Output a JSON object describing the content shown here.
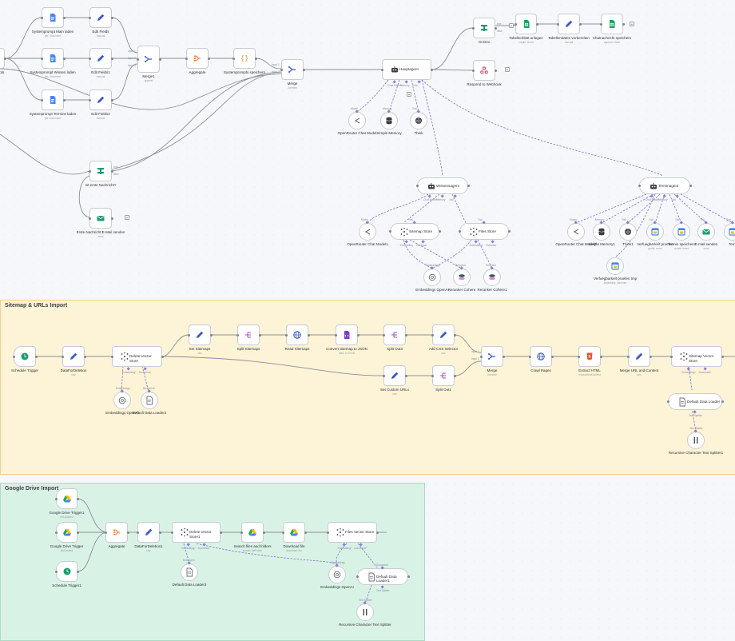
{
  "colors": {
    "yellow_bg": "#fdf3d6",
    "yellow_border": "#f0d38a",
    "green_bg": "#d9f2e6",
    "green_border": "#a7dcc2",
    "edge": "#8b8f97",
    "ai_edge": "#7a76c9",
    "trigger": "#1a9d6e",
    "edit": "#3d5ac4",
    "sheets": "#1ea362",
    "docs": "#4285f4",
    "html": "#e4572e",
    "code": "#e9a23b",
    "aggregate": "#ef6b3b"
  },
  "stickies": {
    "sitemap": {
      "title": "Sitemap & URLs Import"
    },
    "drive": {
      "title": "Google Drive Import"
    }
  },
  "nodes": {
    "systemprompts": {
      "title": "stemPrompts",
      "icon": "if-icon"
    },
    "sp_main": {
      "title": "Systemprompt Main laden",
      "sub": "get: document",
      "icon": "google-docs-icon"
    },
    "sp_wissen": {
      "title": "Systemprompt Wissen laden",
      "sub": "get: document",
      "icon": "google-docs-icon"
    },
    "sp_termine": {
      "title": "Systemprompt Termine laden",
      "sub": "get: document",
      "icon": "google-docs-icon"
    },
    "edit_fields": {
      "title": "Edit Fields",
      "sub": "manual",
      "icon": "pencil-icon"
    },
    "edit_fields1": {
      "title": "Edit Fields1",
      "sub": "manual",
      "icon": "pencil-icon"
    },
    "edit_fields2": {
      "title": "Edit Fields2",
      "sub": "manual",
      "icon": "pencil-icon"
    },
    "merge1": {
      "title": "Merge1",
      "sub": "append",
      "icon": "merge-icon",
      "inputs": [
        "Input 1",
        "Input 2",
        "Input 3"
      ]
    },
    "aggregate": {
      "title": "Aggregate",
      "icon": "aggregate-icon"
    },
    "systemprompts_speichern": {
      "title": "Systemprompts speichern",
      "icon": "code-braces-icon"
    },
    "merge": {
      "title": "Merge",
      "sub": "combine",
      "icon": "merge-icon",
      "inputs": [
        "Input 1",
        "Input 2"
      ]
    },
    "ist_erste_nachricht": {
      "title": "Ist erste Nachricht?",
      "icon": "if-icon",
      "outputs": [
        "true",
        "false"
      ]
    },
    "erste_nachricht_email": {
      "title": "Erste Nachricht E-Mail senden",
      "sub": "send",
      "icon": "mail-icon"
    },
    "hauptagent": {
      "title": "Hauptagent",
      "icon": "robot-icon",
      "ports": [
        "Chat Model*",
        "Memory",
        "Tool"
      ]
    },
    "ist_dev": {
      "title": "Ist Dev",
      "icon": "if-icon",
      "outputs": [
        "true",
        "false"
      ]
    },
    "tabellenblatt_anlegen": {
      "title": "Tabellenblatt anlegen",
      "sub": "create: sheet",
      "icon": "google-sheets-icon"
    },
    "tabellendaten_vorbereiten": {
      "title": "Tabellendaten vorbereiten",
      "sub": "manual",
      "icon": "pencil-icon"
    },
    "chatnachricht_speichern": {
      "title": "Chatnachricht speichern",
      "sub": "append: sheet",
      "icon": "google-sheets-icon"
    },
    "respond_webhook": {
      "title": "Respond to Webhook",
      "icon": "webhook-icon"
    },
    "openrouter_chat_model": {
      "title": "OpenRouter Chat Model",
      "icon": "openrouter-icon",
      "port": "Model"
    },
    "simple_memory": {
      "title": "Simple Memory",
      "icon": "database-icon",
      "port": "Memory"
    },
    "think": {
      "title": "Think",
      "icon": "brain-icon",
      "port": "Tool"
    },
    "wissensagent": {
      "title": "Wissensagent",
      "icon": "robot-icon",
      "ports": [
        "Chat Model*",
        "Memory",
        "Tool"
      ]
    },
    "openrouter_chat_model1": {
      "title": "OpenRouter Chat Model1",
      "icon": "openrouter-icon",
      "port": "Model"
    },
    "sitemap_store": {
      "title": "Sitemap Store",
      "icon": "vector-store-icon",
      "port": "Tool",
      "ports": [
        "Embedding",
        "Reranker"
      ]
    },
    "files_store": {
      "title": "Files Store",
      "icon": "vector-store-icon",
      "port": "Tool",
      "ports": [
        "Embedding",
        "Reranker"
      ]
    },
    "embeddings_openai": {
      "title": "Embeddings OpenAI",
      "icon": "openai-icon",
      "port": "Embeddings"
    },
    "reranker_cohere": {
      "title": "Reranker Cohere",
      "icon": "cohere-icon",
      "port": "Reranker"
    },
    "reranker_cohere1": {
      "title": "Reranker Cohere1",
      "icon": "cohere-icon",
      "port": "Reranker"
    },
    "terminagent": {
      "title": "Terminagent",
      "icon": "robot-icon",
      "ports": [
        "Chat Model*",
        "Memory",
        "Tool"
      ]
    },
    "openrouter_chat_model2": {
      "title": "OpenRouter Chat Model2",
      "icon": "openrouter-icon",
      "port": "Model"
    },
    "simple_memory1": {
      "title": "Simple Memory1",
      "icon": "database-icon",
      "port": "Memory"
    },
    "think1": {
      "title": "Think1",
      "icon": "brain-icon",
      "port": "Tool"
    },
    "verfuegbarkeit_pruefen": {
      "title": "Verfuegbarkeit pruefen",
      "sub": "getAll: event",
      "icon": "google-calendar-icon",
      "port": "Tool"
    },
    "termin_speichern": {
      "title": "Termin speichern",
      "sub": "create: event",
      "icon": "google-calendar-icon",
      "port": "Tool"
    },
    "email_senden": {
      "title": "E-mail senden",
      "sub": "send",
      "icon": "mail-icon",
      "port": "Tool"
    },
    "termin_cut": {
      "title": "Term",
      "icon": "google-calendar-icon",
      "port": "Tool"
    },
    "verfuegbarkeit_pruefen_tmp": {
      "title": "Verfuegbarkeit pruefen tmp",
      "sub": "availability: calendar",
      "icon": "google-calendar-icon"
    },
    "schedule_trigger": {
      "title": "Schedule Trigger",
      "icon": "clock-icon"
    },
    "data_for_deletion": {
      "title": "DataForDeletion",
      "sub": "raw",
      "icon": "pencil-icon"
    },
    "delete_vector_store": {
      "title": "Delete Vector Store",
      "icon": "vector-store-icon",
      "ports": [
        "Embedding*",
        "Document"
      ]
    },
    "set_sitemaps": {
      "title": "Set Sitemaps",
      "sub": "raw",
      "icon": "pencil-icon"
    },
    "split_sitemaps": {
      "title": "Split Sitemaps",
      "icon": "split-icon"
    },
    "read_sitemaps": {
      "title": "Read Sitemaps",
      "icon": "globe-icon"
    },
    "convert_sitemap": {
      "title": "Convert Sitemap to JSON",
      "sub": "data: to JSON",
      "icon": "file-code-icon"
    },
    "split_out3": {
      "title": "Split Out3",
      "icon": "split-icon"
    },
    "add_css_selector": {
      "title": "Add CSS Selector",
      "sub": "raw",
      "icon": "pencil-icon"
    },
    "set_custom_urls": {
      "title": "Set Custom URLs",
      "sub": "raw",
      "icon": "pencil-icon"
    },
    "split_out1": {
      "title": "Split Out1",
      "icon": "split-icon"
    },
    "merge_sitemap": {
      "title": "Merge",
      "sub": "combine",
      "icon": "merge-icon",
      "inputs": [
        "Input 1",
        "Input 2"
      ]
    },
    "crawl_pages": {
      "title": "Crawl Pages",
      "icon": "globe-icon"
    },
    "extract_html": {
      "title": "Extract HTML",
      "sub": "extractHtmlContent",
      "icon": "html-icon"
    },
    "merge_url_content": {
      "title": "Merge URL and Content",
      "sub": "raw",
      "icon": "pencil-icon"
    },
    "sitemap_vector_store": {
      "title": "Sitemap Vector Store",
      "icon": "vector-store-icon",
      "ports": [
        "Embedding*",
        "Document*"
      ]
    },
    "embeddings_openai_del": {
      "title": "Embeddings OpenAI",
      "icon": "openai-icon",
      "port": "Embeddings"
    },
    "default_data_loader2": {
      "title": "Default Data Loader2",
      "icon": "document-icon",
      "port": "Document"
    },
    "default_data_loader": {
      "title": "Default Data Loader",
      "icon": "document-icon",
      "ports": [
        "Text Splitter"
      ]
    },
    "recursive_splitter1": {
      "title": "Recursive Character Text Splitter1",
      "icon": "splitter-icon",
      "port": "Text Splitter"
    },
    "gdrive_trigger1": {
      "title": "Google Drive Trigger1",
      "sub": "fileUpdated",
      "icon": "google-drive-icon"
    },
    "gdrive_trigger": {
      "title": "Google Drive Trigger",
      "sub": "fileCreated",
      "icon": "google-drive-icon"
    },
    "schedule_trigger1": {
      "title": "Schedule Trigger1",
      "icon": "clock-icon"
    },
    "aggregate_drive": {
      "title": "Aggregate",
      "icon": "aggregate-icon"
    },
    "data_for_deletion1": {
      "title": "DataForDeletion1",
      "sub": "raw",
      "icon": "pencil-icon"
    },
    "delete_vector_store1": {
      "title": "Delete Vector Store1",
      "icon": "vector-store-icon",
      "ports": [
        "Embedding*",
        "Document"
      ]
    },
    "search_files": {
      "title": "Search files and folders",
      "sub": "search: fileFolder",
      "icon": "google-drive-icon"
    },
    "download_file": {
      "title": "Download file",
      "sub": "download: file",
      "icon": "google-drive-icon"
    },
    "files_vector_store": {
      "title": "Files Vector Store",
      "icon": "vector-store-icon",
      "ports": [
        "Embedding*",
        "Document*"
      ]
    },
    "default_data_loader3": {
      "title": "Default Data Loader3",
      "icon": "document-icon",
      "port": "Document"
    },
    "embeddings_openai_drive": {
      "title": "Embeddings OpenAI",
      "icon": "openai-icon",
      "port": "Embeddings"
    },
    "default_data_loader1": {
      "title": "Default Data Loader1",
      "icon": "document-icon",
      "port": "Document",
      "ports": [
        "Text Splitter"
      ]
    },
    "recursive_splitter": {
      "title": "Recursive Character Text Splitter",
      "icon": "splitter-icon",
      "port": "Text Splitter"
    }
  }
}
